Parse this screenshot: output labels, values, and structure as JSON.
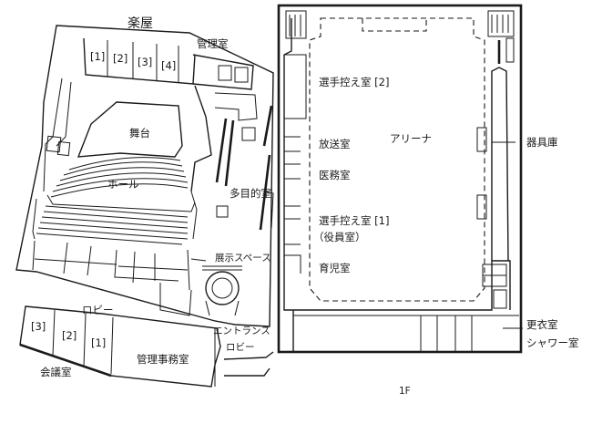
{
  "labels": {
    "gakuya": "楽屋",
    "kanrishitsu": "管理室",
    "gakuya_1": "[1]",
    "gakuya_2": "[2]",
    "gakuya_3": "[3]",
    "gakuya_4": "[4]",
    "butai": "舞台",
    "hall": "ホール",
    "tamokuteki": "多目的室",
    "tenji": "展示スペース",
    "lobby": "ロビー",
    "entrance_1": "エントランス",
    "entrance_2": "ロビー",
    "kaigi": "会議室",
    "kaigi_3": "[3]",
    "kaigi_2": "[2]",
    "kaigi_1": "[1]",
    "kanri_jimu": "管理事務室",
    "senshu_2": "選手控え室 [2]",
    "arena": "アリーナ",
    "hoso": "放送室",
    "imu": "医務室",
    "senshu_1": "選手控え室 [1]",
    "yakuin": "（役員室）",
    "ikuji": "育児室",
    "kigu": "器具庫",
    "koui_1": "更衣室",
    "koui_2": "シャワー室",
    "floor": "1F"
  }
}
